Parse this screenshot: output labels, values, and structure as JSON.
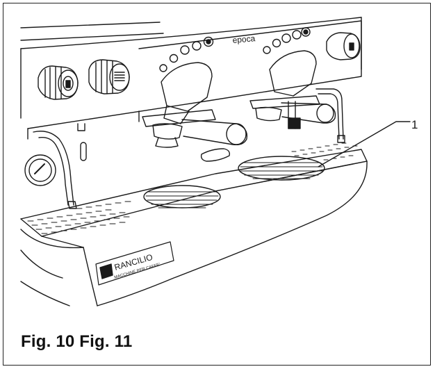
{
  "figure": {
    "caption": "Fig. 10 Fig. 11",
    "callout_number": "1",
    "model_label": "epoca",
    "brand_name": "RANCILIO",
    "brand_tagline": "MACCHINE PER CAFFE'",
    "line_color": "#1a1a1a"
  }
}
